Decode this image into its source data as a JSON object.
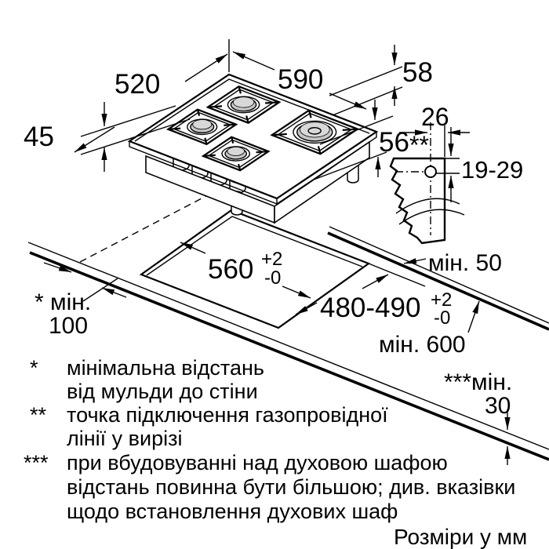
{
  "dims": {
    "hob_depth": "520",
    "hob_width": "590",
    "hob_height": "45",
    "height_top_right": "58",
    "height_bottom_right": "56",
    "conn_offset": "26",
    "conn_marker": "**",
    "conn_range": "19-29",
    "min_back": "мін. 50",
    "min_wall_label": "* мін.",
    "min_wall_value": "100",
    "cut_width": "560",
    "cut_width_sup": "+2",
    "cut_width_sub": "-0",
    "cut_depth": "480-490",
    "cut_depth_sup": "+2",
    "cut_depth_sub": "-0",
    "min_counter_depth": "мін. 600",
    "min_below_label": "***мін.",
    "min_below_value": "30"
  },
  "footnotes": [
    {
      "marker": "*",
      "line1": "мінімальна відстань",
      "line2": "від мульди до стіни"
    },
    {
      "marker": "**",
      "line1": "точка підключення газопровідної",
      "line2": "лінії у вирізі"
    },
    {
      "marker": "***",
      "line1": "при вбудовуванні над духовою шафою",
      "line2": "відстань повинна бути більшою; див. вказівки",
      "line3": "щодо встановлення духових шаф"
    }
  ],
  "units_note": "Розміри у мм"
}
